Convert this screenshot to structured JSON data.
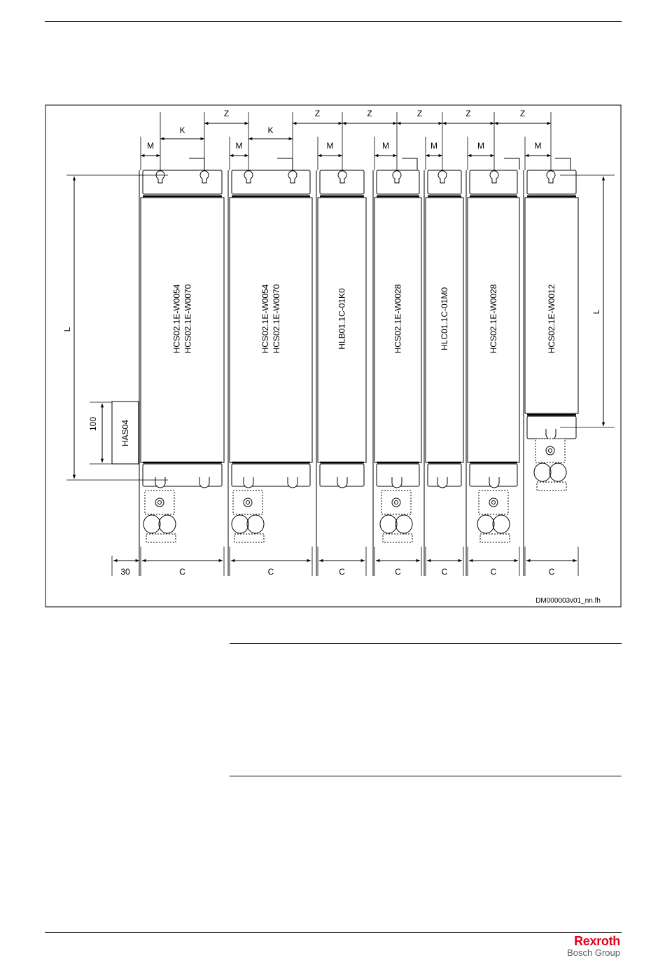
{
  "diagram": {
    "figure_code": "DM000003v01_nn.fh",
    "modules": [
      {
        "labels": [
          "HCS02.1E-W0054",
          "HCS02.1E-W0070"
        ]
      },
      {
        "labels": [
          "HCS02.1E-W0054",
          "HCS02.1E-W0070"
        ]
      },
      {
        "labels": [
          "HLB01.1C-01K0"
        ]
      },
      {
        "labels": [
          "HCS02.1E-W0028"
        ]
      },
      {
        "labels": [
          "HLC01.1C-01M0"
        ]
      },
      {
        "labels": [
          "HCS02.1E-W0028"
        ]
      },
      {
        "labels": [
          "HCS02.1E-W0012"
        ]
      }
    ],
    "accessory_label": "HAS04",
    "dim_labels": {
      "Z": "Z",
      "K": "K",
      "M": "M",
      "L": "L",
      "C": "C",
      "gap_30": "30",
      "height_100": "100"
    }
  },
  "footer": {
    "brand_name": "Rexroth",
    "brand_group": "Bosch Group"
  },
  "colors": {
    "line": "#000000",
    "module_fill": "#ffffff",
    "brand_red": "#e2001a",
    "brand_gray": "#5a5a5a"
  }
}
